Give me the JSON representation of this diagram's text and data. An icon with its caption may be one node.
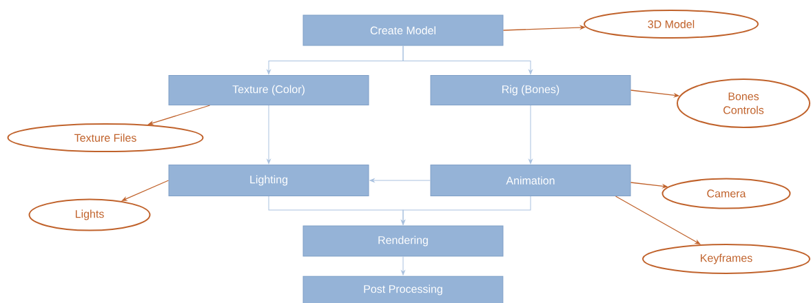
{
  "diagram": {
    "nodes": [
      {
        "text": [
          "Create Model"
        ]
      },
      {
        "text": [
          "3D Model"
        ]
      },
      {
        "text": [
          "Texture (Color)"
        ]
      },
      {
        "text": [
          "Rig (Bones)"
        ]
      },
      {
        "text": [
          "Bones Controls"
        ]
      },
      {
        "text": [
          "Texture Files"
        ]
      },
      {
        "text": [
          "Lighting"
        ]
      },
      {
        "text": [
          "Animation"
        ]
      },
      {
        "text": [
          "Lights"
        ]
      },
      {
        "text": [
          "Camera"
        ]
      },
      {
        "text": [
          "Keyframes"
        ]
      },
      {
        "text": [
          "Rendering"
        ]
      },
      {
        "text": [
          "Post Processing"
        ]
      }
    ],
    "edges": [
      {
        "from": 0,
        "to": 2,
        "arrow": "to"
      },
      {
        "from": 0,
        "to": 3,
        "arrow": "to"
      },
      {
        "from": 2,
        "to": 6,
        "arrow": "to"
      },
      {
        "from": 3,
        "to": 7,
        "arrow": "to"
      },
      {
        "from": 7,
        "to": 6,
        "arrow": "to"
      },
      {
        "from": 6,
        "to": 11,
        "arrow": "to"
      },
      {
        "from": 7,
        "to": 11,
        "arrow": "to"
      },
      {
        "from": 11,
        "to": 12,
        "arrow": "to"
      },
      {
        "from": 0,
        "to": 1,
        "arrow": "to",
        "color": "#c0622b"
      },
      {
        "from": 3,
        "to": 4,
        "arrow": "to",
        "color": "#c0622b"
      },
      {
        "from": 2,
        "to": 5,
        "arrow": "to",
        "color": "#c0622b"
      },
      {
        "from": 6,
        "to": 8,
        "arrow": "to",
        "color": "#c0622b"
      },
      {
        "from": 7,
        "to": 9,
        "arrow": "to",
        "color": "#c0622b"
      },
      {
        "from": 7,
        "to": 10,
        "arrow": "to",
        "color": "#c0622b"
      }
    ]
  }
}
